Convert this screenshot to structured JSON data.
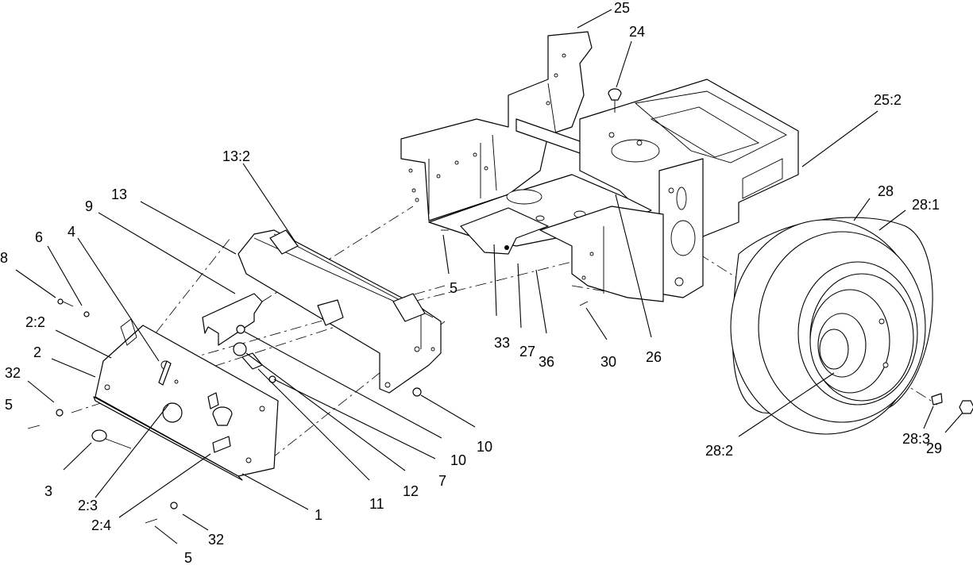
{
  "callouts": [
    {
      "id": "c25",
      "text": "25"
    },
    {
      "id": "c24",
      "text": "24"
    },
    {
      "id": "c25_2",
      "text": "25:2"
    },
    {
      "id": "c13_2",
      "text": "13:2"
    },
    {
      "id": "c13",
      "text": "13"
    },
    {
      "id": "c9",
      "text": "9"
    },
    {
      "id": "c28",
      "text": "28"
    },
    {
      "id": "c28_1",
      "text": "28:1"
    },
    {
      "id": "c6",
      "text": "6"
    },
    {
      "id": "c4",
      "text": "4"
    },
    {
      "id": "c8",
      "text": "8"
    },
    {
      "id": "c2_2",
      "text": "2:2"
    },
    {
      "id": "c2",
      "text": "2"
    },
    {
      "id": "c32a",
      "text": "32"
    },
    {
      "id": "c5a",
      "text": "5"
    },
    {
      "id": "c3",
      "text": "3"
    },
    {
      "id": "c2_3",
      "text": "2:3"
    },
    {
      "id": "c2_4",
      "text": "2:4"
    },
    {
      "id": "c32b",
      "text": "32"
    },
    {
      "id": "c5b",
      "text": "5"
    },
    {
      "id": "c1",
      "text": "1"
    },
    {
      "id": "c11",
      "text": "11"
    },
    {
      "id": "c12",
      "text": "12"
    },
    {
      "id": "c7",
      "text": "7"
    },
    {
      "id": "c10a",
      "text": "10"
    },
    {
      "id": "c10b",
      "text": "10"
    },
    {
      "id": "c5c",
      "text": "5"
    },
    {
      "id": "c33",
      "text": "33"
    },
    {
      "id": "c27",
      "text": "27"
    },
    {
      "id": "c36",
      "text": "36"
    },
    {
      "id": "c30",
      "text": "30"
    },
    {
      "id": "c26",
      "text": "26"
    },
    {
      "id": "c28_2",
      "text": "28:2"
    },
    {
      "id": "c28_3",
      "text": "28:3"
    },
    {
      "id": "c29",
      "text": "29"
    }
  ]
}
